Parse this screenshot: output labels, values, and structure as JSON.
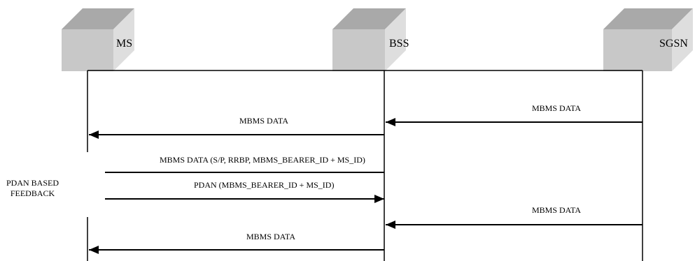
{
  "colors": {
    "box_front": "#c8c8c8",
    "box_top": "#a9a9a9",
    "box_side": "#dedede",
    "line": "#000000"
  },
  "nodes": [
    {
      "id": "ms",
      "label": "MS"
    },
    {
      "id": "bss",
      "label": "BSS"
    },
    {
      "id": "sgsn",
      "label": "SGSN"
    }
  ],
  "messages": [
    {
      "label": "MBMS DATA",
      "from": "SGSN",
      "to": "BSS"
    },
    {
      "label": "MBMS DATA",
      "from": "BSS",
      "to": "MS"
    },
    {
      "label": "MBMS DATA (S/P, RRBP, MBMS_BEARER_ID +  MS_ID)",
      "from": "BSS",
      "to": "MS"
    },
    {
      "label": "PDAN (MBMS_BEARER_ID +  MS_ID)",
      "from": "MS",
      "to": "BSS"
    },
    {
      "label": "MBMS DATA",
      "from": "SGSN",
      "to": "BSS"
    },
    {
      "label": "MBMS DATA",
      "from": "BSS",
      "to": "MS"
    }
  ],
  "feedback_group": {
    "line1": "PDAN BASED",
    "line2": "FEEDBACK"
  }
}
